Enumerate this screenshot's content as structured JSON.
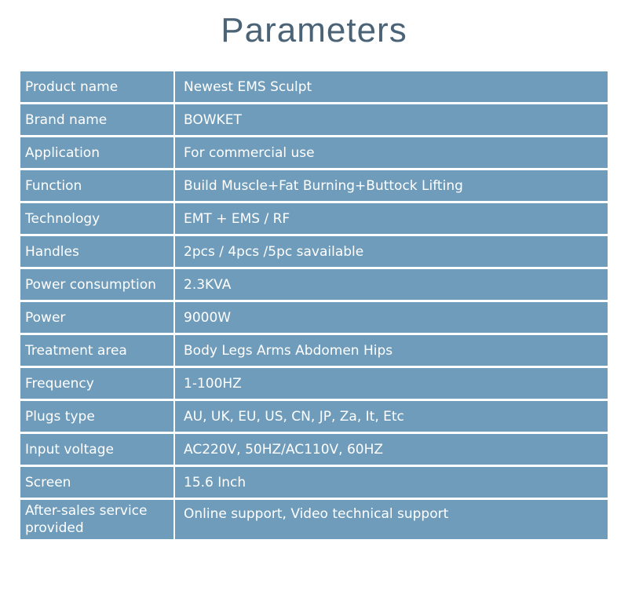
{
  "title": "Parameters",
  "rows": [
    {
      "label": "Product name",
      "value": "Newest EMS Sculpt"
    },
    {
      "label": "Brand name",
      "value": "BOWKET"
    },
    {
      "label": "Application",
      "value": "For commercial use"
    },
    {
      "label": "Function",
      "value": "Build Muscle+Fat Burning+Buttock Lifting"
    },
    {
      "label": "Technology",
      "value": "EMT + EMS / RF"
    },
    {
      "label": "Handles",
      "value": "2pcs / 4pcs /5pc savailable"
    },
    {
      "label": "Power consumption",
      "value": "2.3KVA"
    },
    {
      "label": "Power",
      "value": "9000W"
    },
    {
      "label": "Treatment area",
      "value": "Body Legs Arms Abdomen Hips"
    },
    {
      "label": "Frequency",
      "value": "1-100HZ"
    },
    {
      "label": "Plugs type",
      "value": "AU, UK, EU, US, CN, JP, Za, It, Etc"
    },
    {
      "label": "Input voltage",
      "value": "AC220V, 50HZ/AC110V, 60HZ"
    },
    {
      "label": "Screen",
      "value": "15.6 Inch"
    },
    {
      "label": "After-sales service provided",
      "value": "Online support, Video technical support"
    }
  ]
}
